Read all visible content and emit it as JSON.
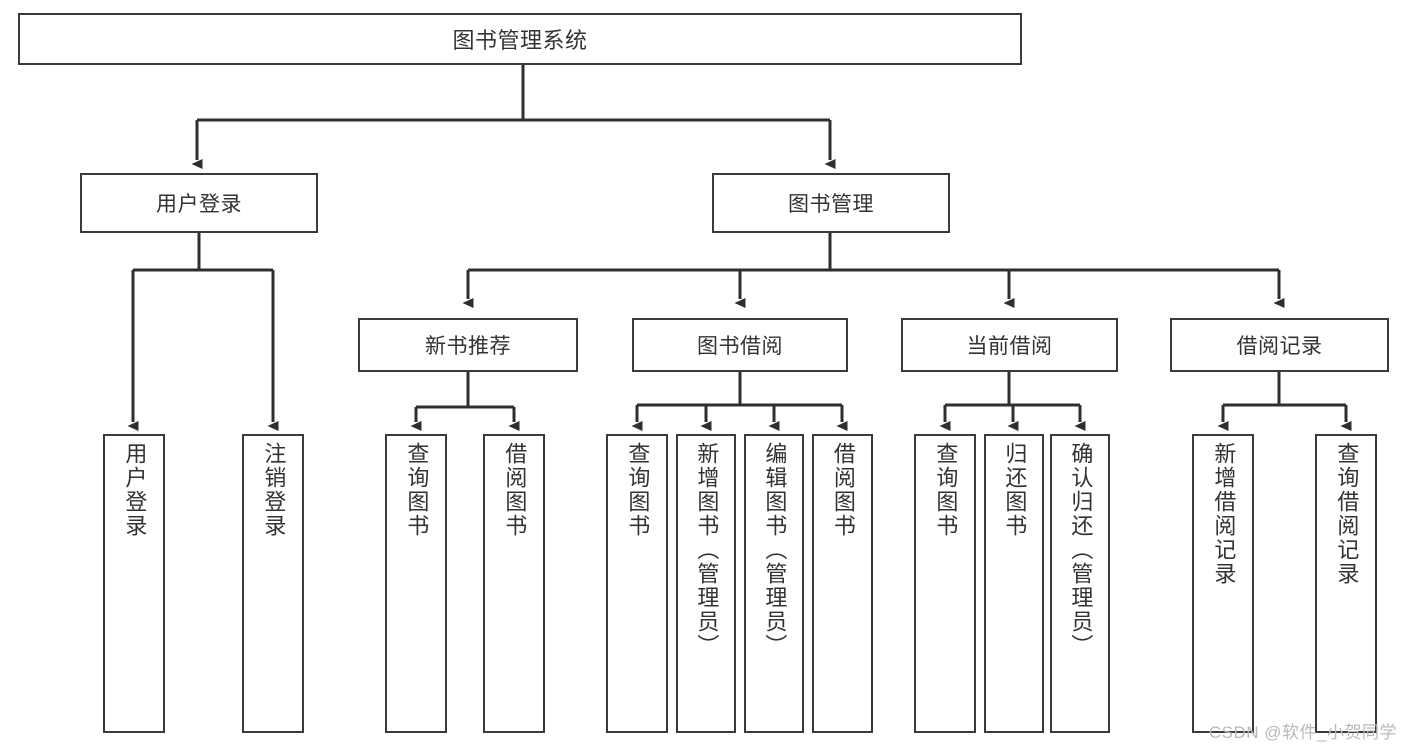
{
  "diagram": {
    "title_node": {
      "label": "图书管理系统"
    },
    "level2": [
      {
        "id": "user-login",
        "label": "用户登录"
      },
      {
        "id": "book-management",
        "label": "图书管理"
      }
    ],
    "level3": [
      {
        "id": "new-book-recommendation",
        "label": "新书推荐"
      },
      {
        "id": "book-borrow",
        "label": "图书借阅"
      },
      {
        "id": "current-borrow",
        "label": "当前借阅"
      },
      {
        "id": "borrow-record",
        "label": "借阅记录"
      }
    ],
    "leaves": {
      "user_login": [
        {
          "id": "leaf-user-login",
          "label": "用户登录"
        },
        {
          "id": "leaf-logout",
          "label": "注销登录"
        }
      ],
      "new_book_recommendation": [
        {
          "id": "leaf-query-book-1",
          "label": "查询图书"
        },
        {
          "id": "leaf-borrow-book-1",
          "label": "借阅图书"
        }
      ],
      "book_borrow": [
        {
          "id": "leaf-query-book-2",
          "label": "查询图书"
        },
        {
          "id": "leaf-add-book",
          "label": "新增图书（管理员）"
        },
        {
          "id": "leaf-edit-book",
          "label": "编辑图书（管理员）"
        },
        {
          "id": "leaf-borrow-book-2",
          "label": "借阅图书"
        }
      ],
      "current_borrow": [
        {
          "id": "leaf-query-book-3",
          "label": "查询图书"
        },
        {
          "id": "leaf-return-book",
          "label": "归还图书"
        },
        {
          "id": "leaf-confirm-return",
          "label": "确认归还（管理员）"
        }
      ],
      "borrow_record": [
        {
          "id": "leaf-add-borrow-record",
          "label": "新增借阅记录"
        },
        {
          "id": "leaf-query-borrow-record",
          "label": "查询借阅记录"
        }
      ]
    }
  },
  "watermark": {
    "text": "CSDN @软件_小贺同学"
  },
  "colors": {
    "box_border": "#3a3a3a",
    "text": "#333333",
    "connector": "#2f2f2f",
    "background": "#ffffff",
    "watermark": "#b9b9b9"
  }
}
